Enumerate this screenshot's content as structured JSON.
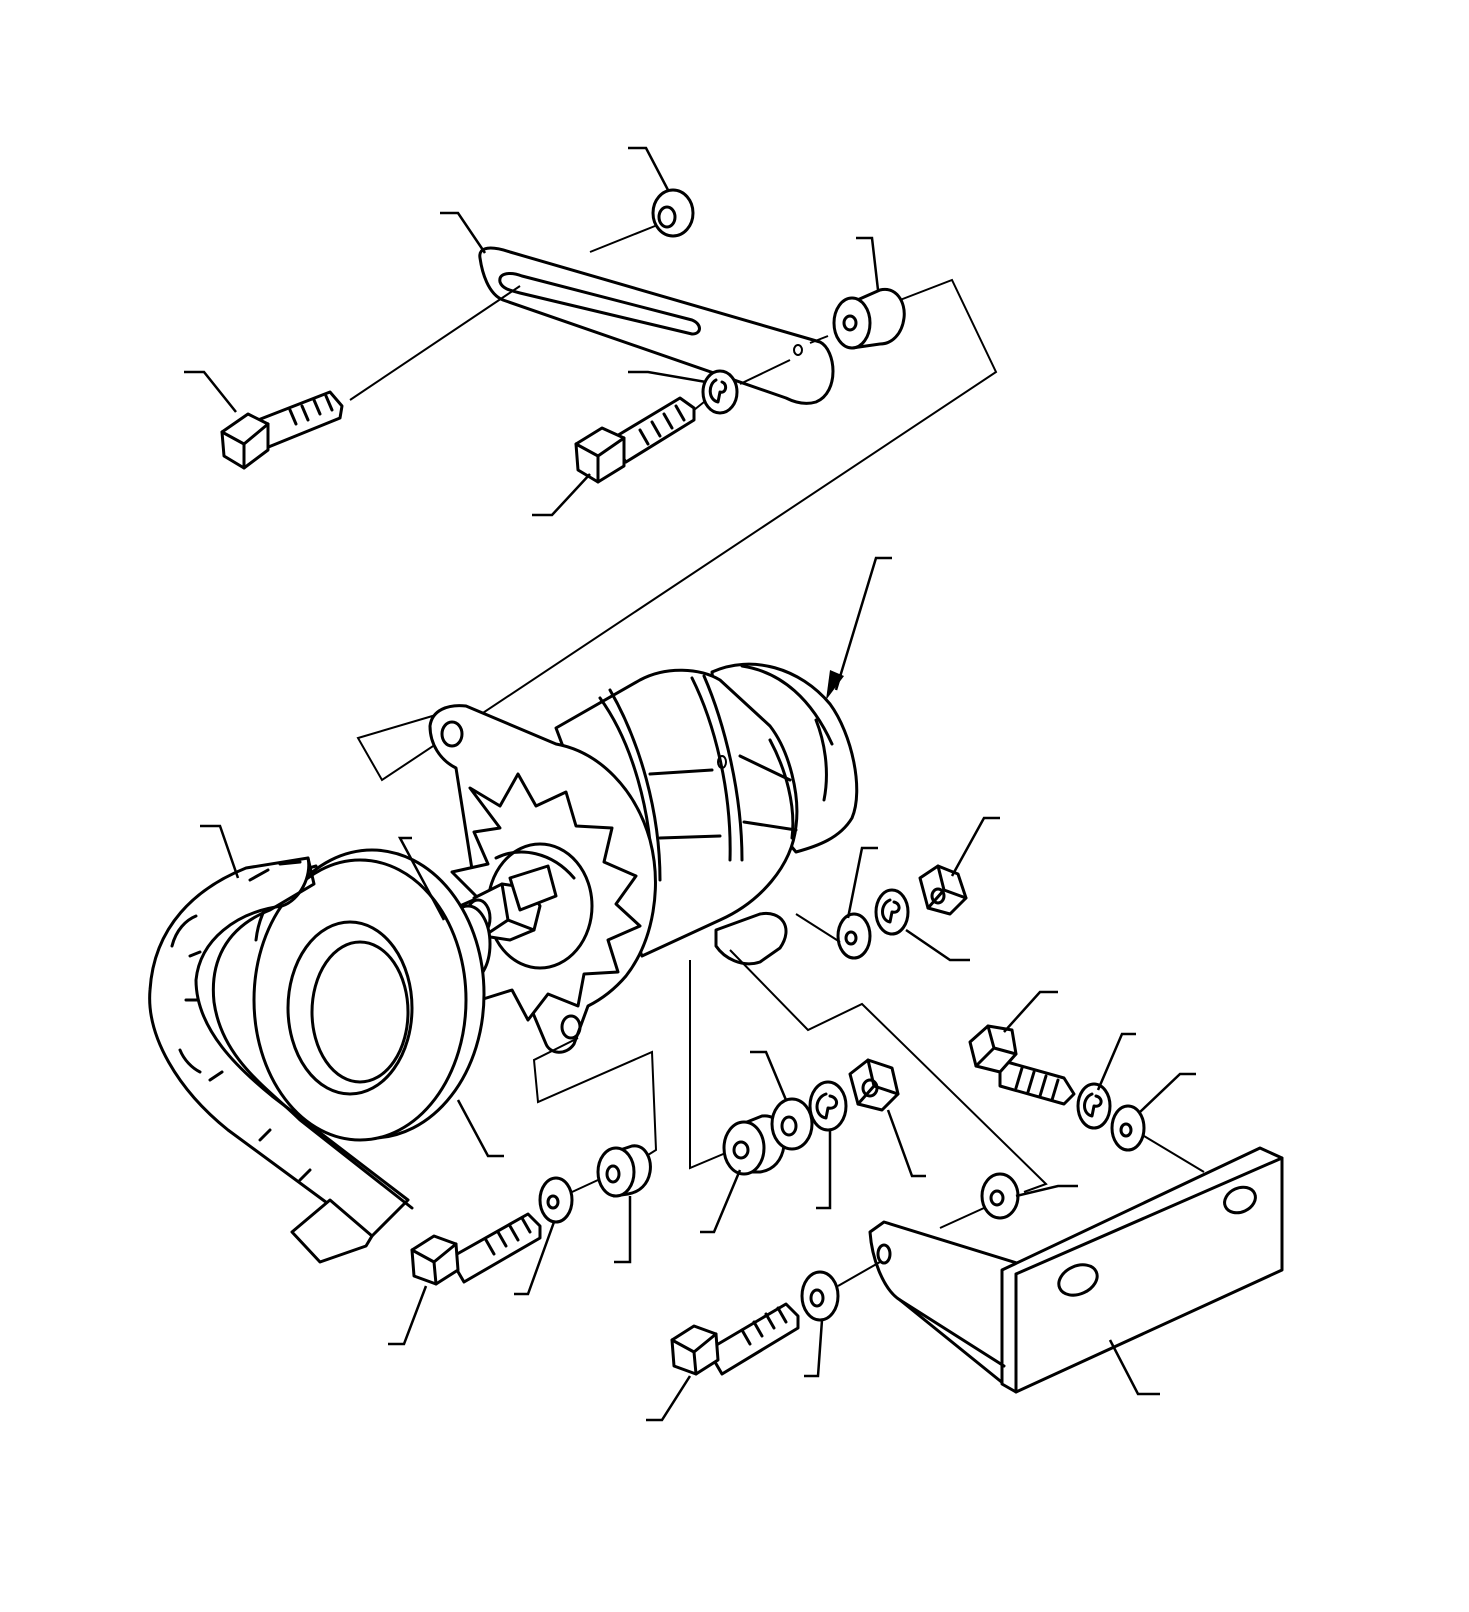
{
  "diagram": {
    "parts": [
      {
        "id": "adjusting-link"
      },
      {
        "id": "washer-top"
      },
      {
        "id": "spacer"
      },
      {
        "id": "spring-washer-top"
      },
      {
        "id": "bolt-long-top"
      },
      {
        "id": "bolt-short-top"
      },
      {
        "id": "alternator"
      },
      {
        "id": "fan-belt"
      },
      {
        "id": "pulley"
      },
      {
        "id": "fan"
      },
      {
        "id": "washer-mid"
      },
      {
        "id": "spring-washer-mid"
      },
      {
        "id": "nut-mid"
      },
      {
        "id": "bolt-right"
      },
      {
        "id": "spring-washer-right"
      },
      {
        "id": "washer-right"
      },
      {
        "id": "spacer-lower"
      },
      {
        "id": "washer-lower"
      },
      {
        "id": "spring-washer-lower"
      },
      {
        "id": "nut-lower"
      },
      {
        "id": "bolt-lower-left"
      },
      {
        "id": "washer-lower-left"
      },
      {
        "id": "spacer-lower-left"
      },
      {
        "id": "mounting-bracket"
      },
      {
        "id": "bolt-bracket"
      },
      {
        "id": "washer-bracket"
      },
      {
        "id": "washer-bracket-top"
      }
    ]
  }
}
